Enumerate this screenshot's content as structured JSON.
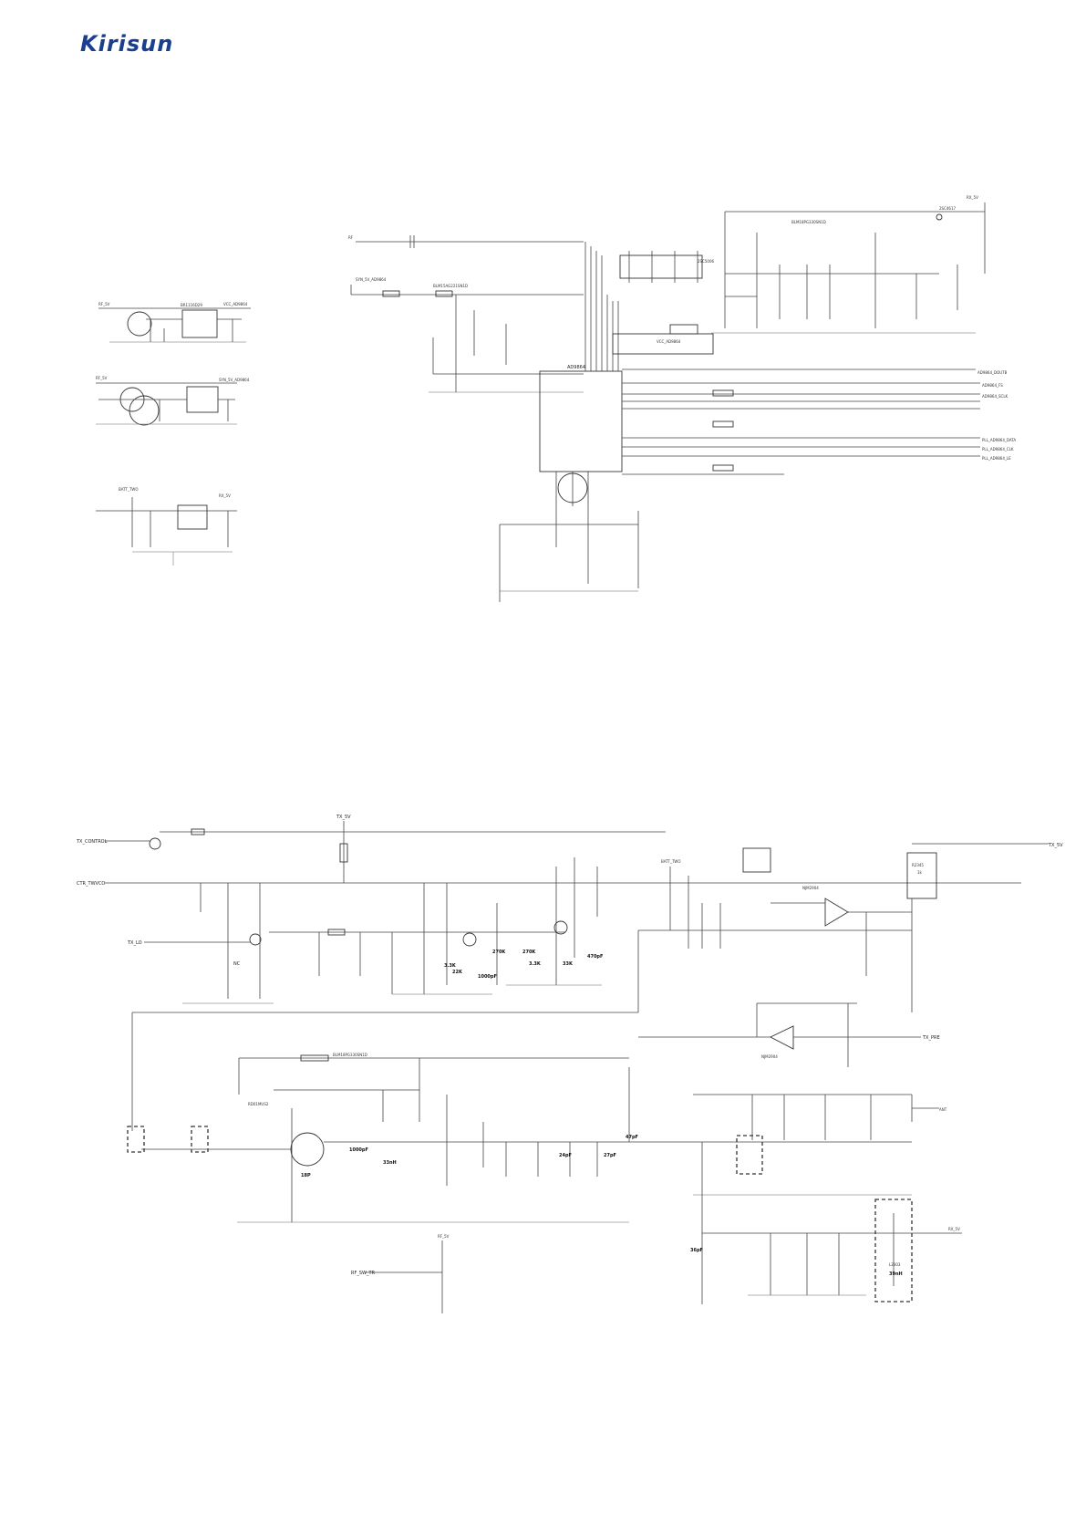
{
  "brand": {
    "logo_text": "Kirisun",
    "logo_color": "#1b3f8f"
  },
  "nets": {
    "rf": "RF",
    "syn_5v": "SYN_5V_AD9864",
    "vcc_9864": "VCC_AD9864",
    "tx_control": "TX_CONTROL",
    "ctr_twvco": "CTR_TWVCO",
    "tx_5v": "TX_5V",
    "tx_lo": "TX_LO",
    "tx_pre": "TX_PRE",
    "rf_5v": "RF_5V",
    "rf_sw": "RF_SW_TR",
    "rx_5v": "RX_5V",
    "batt": "BATT_TWO",
    "antenna": "ANT",
    "dout": "AD9864_DOUTB",
    "fs": "AD9864_FS",
    "sclk": "AD9864_SCLK",
    "pll_data": "PLL_AD9864_DATA",
    "pll_clk": "PLL_AD9864_CLK",
    "pll_le": "PLL_AD9864_LE"
  },
  "parts": {
    "ic_if": "AD9864",
    "reg1": "BR1116D29",
    "q_sw": "2SC4617",
    "q_drv": "2SC5006",
    "q_pa": "RD01MUS2",
    "ferrite": "BLM15AG221SN1D",
    "ferrite_big": "BLM18PG330SN1D",
    "opamp": "NJM2904",
    "rx_r": "R2345",
    "rx_r_val": "1k",
    "l_out": "L2303",
    "l_out_val": "39nH",
    "c_big": "1000pF",
    "c_mid": "470pF",
    "r_a": "33K",
    "r_b": "22K",
    "r_c": "270K",
    "r_d": "3.3K",
    "c_out": "47pF",
    "c_pa": "18P",
    "l_pa": "33nH",
    "c_pre": "24pF",
    "c_ant": "36pF",
    "c_tx": "27pF",
    "c_nc": "NC"
  }
}
